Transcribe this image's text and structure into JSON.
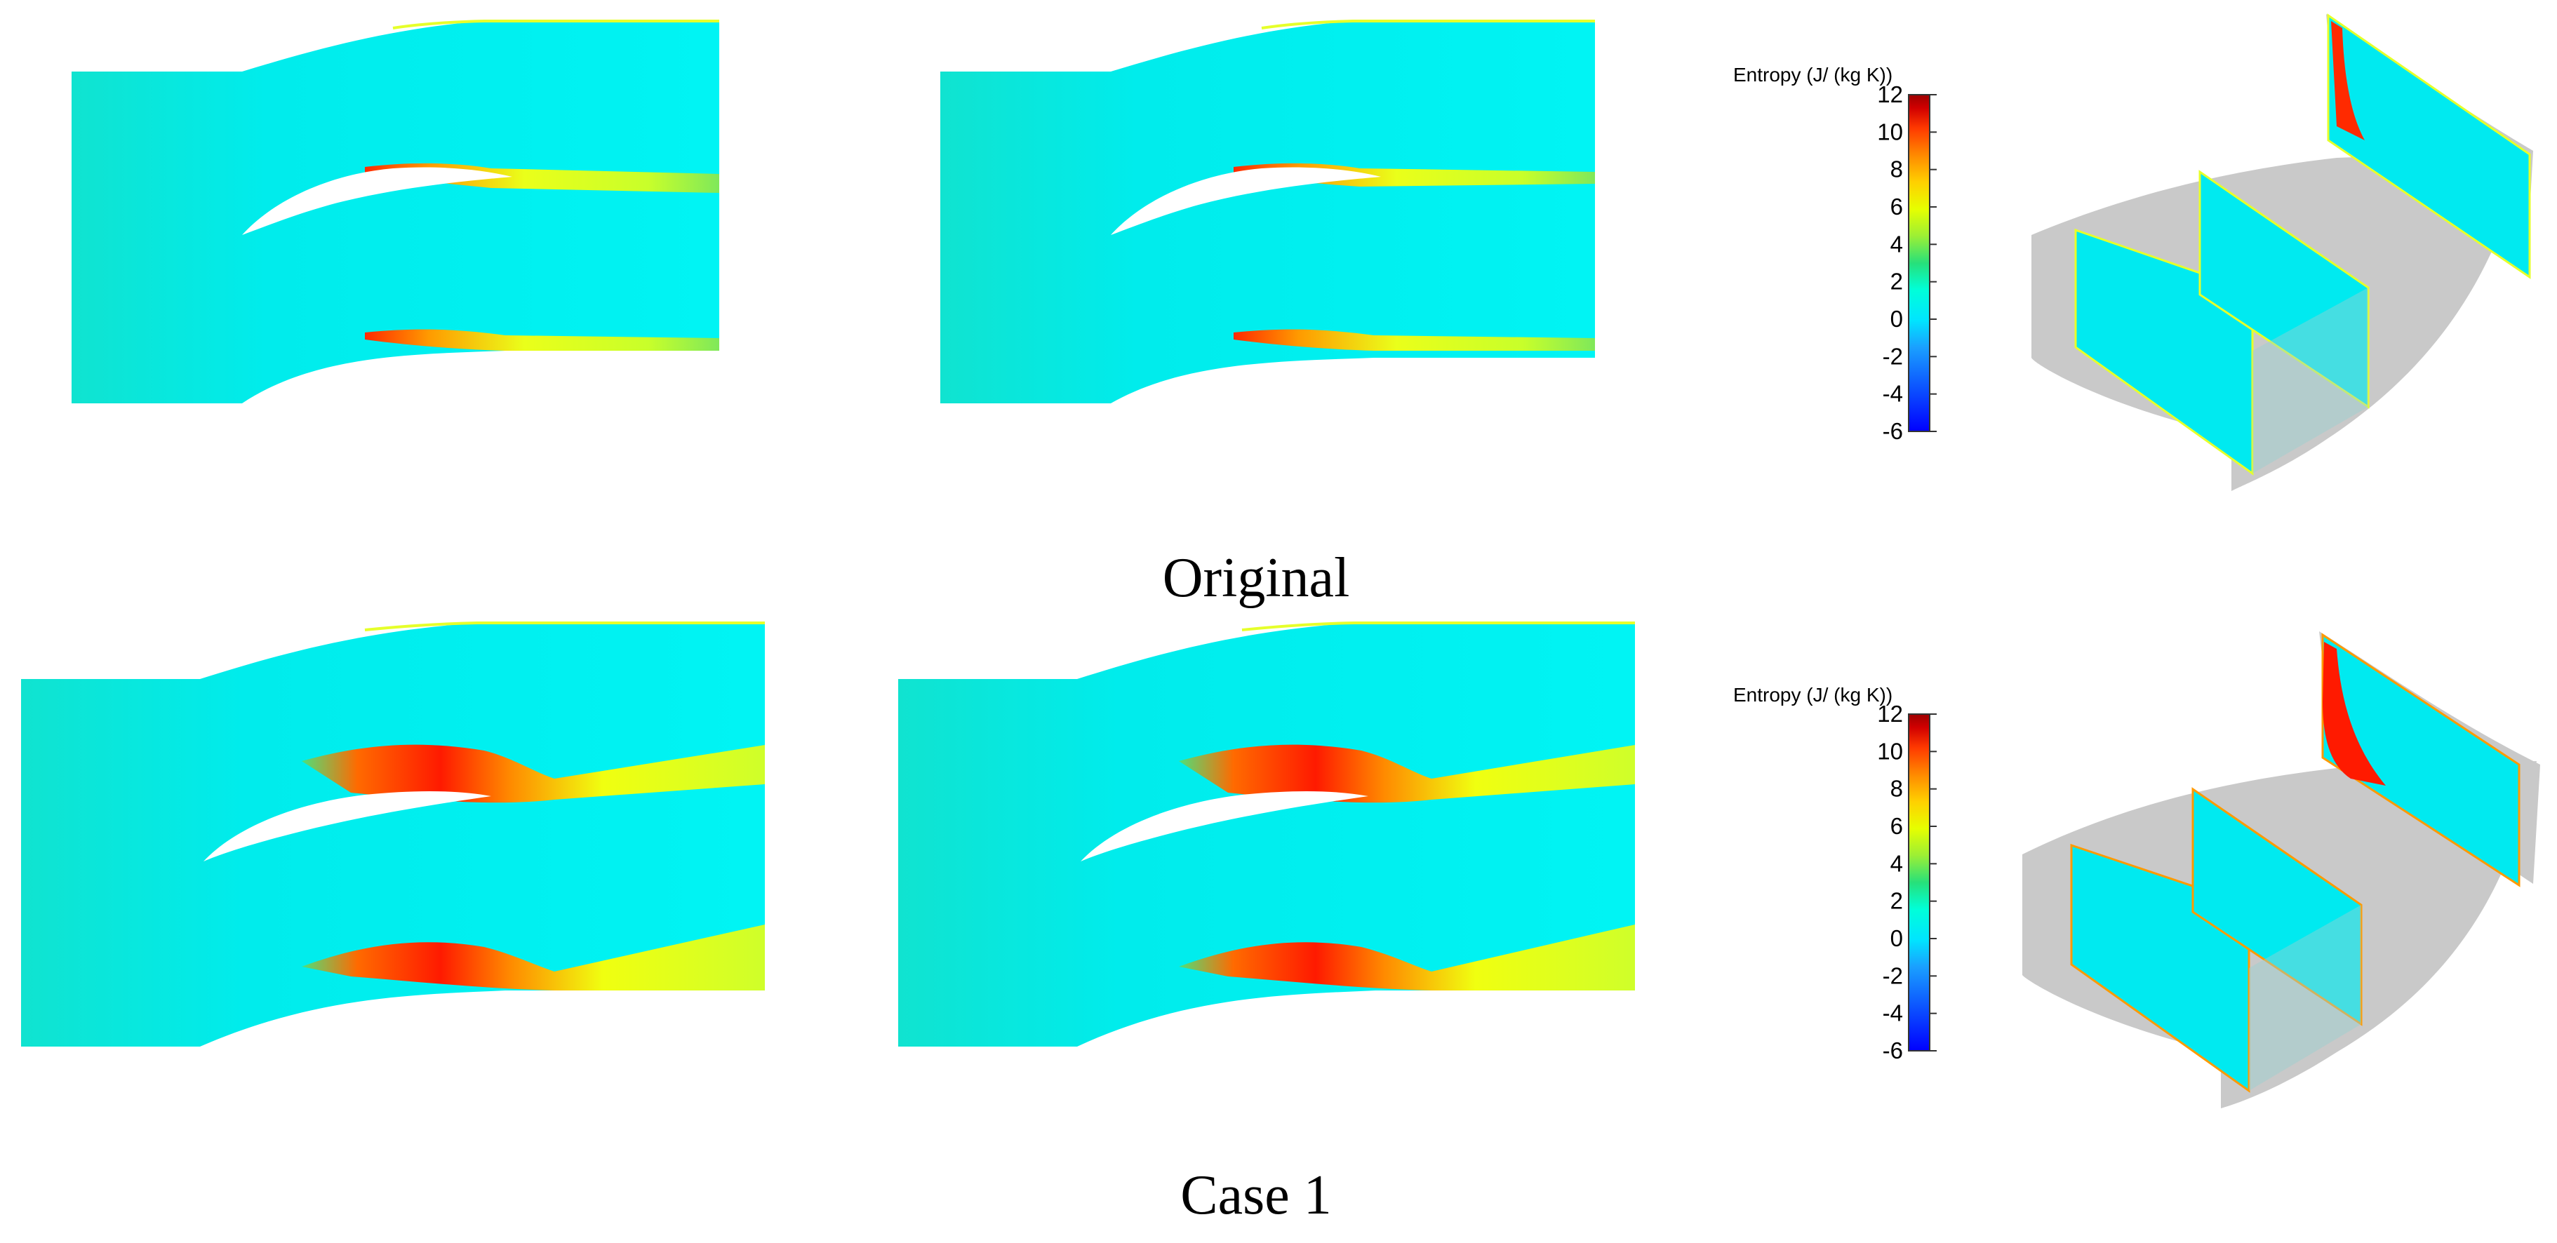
{
  "captions": {
    "row1": "Original",
    "row2": "Case 1"
  },
  "colorbar": {
    "title": "Entropy (J/ (kg K))",
    "ticks": [
      "12",
      "10",
      "8",
      "6",
      "4",
      "2",
      "0",
      "-2",
      "-4",
      "-6"
    ],
    "range": [
      -6,
      12
    ],
    "colors": [
      "#0000ff",
      "#0b4dff",
      "#1aa0ff",
      "#00e5ff",
      "#00ffd9",
      "#27e07a",
      "#9cef35",
      "#e6ff00",
      "#ffd000",
      "#ff8a00",
      "#ff3a00",
      "#d10000",
      "#9e0000"
    ]
  },
  "palette": {
    "background_flow": "#00f0f0",
    "wake_yellow": "#e6ff2a",
    "wake_green": "#7eea5a",
    "wake_red": "#ff1a00",
    "wall_gray": "#c8c8c8",
    "plane_cyan": "#00eaf0"
  }
}
